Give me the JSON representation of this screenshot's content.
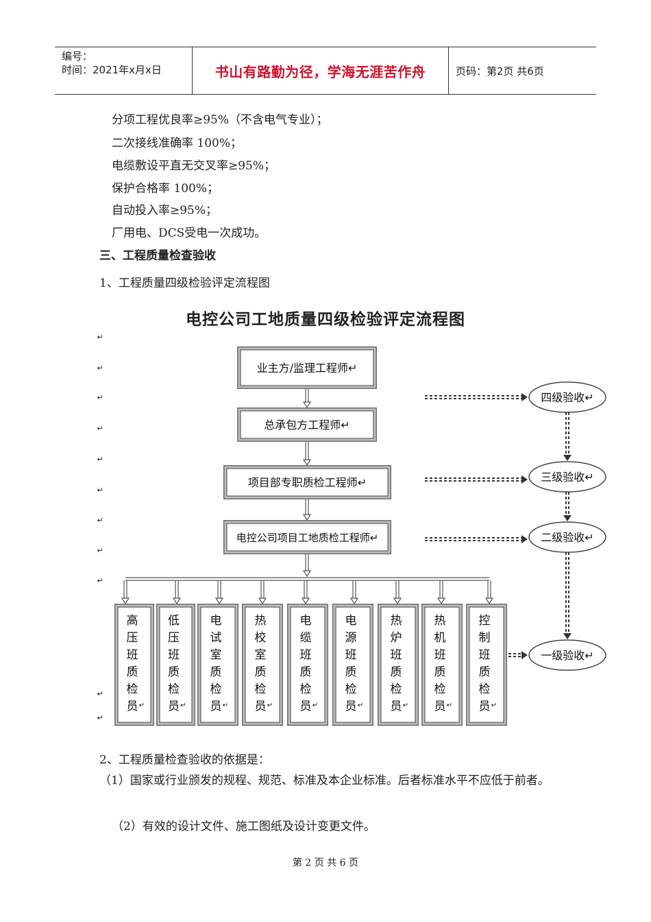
{
  "header": {
    "code_label": "编号：",
    "time_label": "时间：2021年x月x日",
    "motto": "书山有路勤为径，学海无涯苦作舟",
    "page_info": "页码：第2页  共6页"
  },
  "body_lines": [
    "分项工程优良率≥95%（不含电气专业）；",
    "二次接线准确率 100%；",
    "电缆敷设平直无交叉率≥95%；",
    "保护合格率 100%；",
    "自动投入率≥95%；",
    "厂用电、DCS受电一次成功。"
  ],
  "section_title": "三、工程质量检查验收",
  "sub_title_1": "1、工程质量四级检验评定流程图",
  "chart": {
    "title": "电控公司工地质量四级检验评定流程图",
    "boxes": [
      "业主方/监理工程师",
      "总承包方工程师",
      "项目部专职质检工程师",
      "电控公司项目工地质检工程师"
    ],
    "ellipses": [
      "四级验收",
      "三级验收",
      "二级验收",
      "一级验收"
    ],
    "inspectors": [
      [
        "高",
        "压",
        "班",
        "质",
        "检",
        "员"
      ],
      [
        "低",
        "压",
        "班",
        "质",
        "检",
        "员"
      ],
      [
        "电",
        "试",
        "室",
        "质",
        "检",
        "员"
      ],
      [
        "热",
        "校",
        "室",
        "质",
        "检",
        "员"
      ],
      [
        "电",
        "缆",
        "班",
        "质",
        "检",
        "员"
      ],
      [
        "电",
        "源",
        "班",
        "质",
        "检",
        "员"
      ],
      [
        "热",
        "炉",
        "班",
        "质",
        "检",
        "员"
      ],
      [
        "热",
        "机",
        "班",
        "质",
        "检",
        "员"
      ],
      [
        "控",
        "制",
        "班",
        "质",
        "检",
        "员"
      ]
    ],
    "return_mark": "↵"
  },
  "sub_title_2": "2、工程质量检查验收的依据是：",
  "para_1": "（1）国家或行业颁发的规程、规范、标准及本企业标准。后者标准水平不应低于前者。",
  "para_2": "（2）有效的设计文件、施工图纸及设计变更文件。",
  "footer": "第 2 页 共 6 页"
}
